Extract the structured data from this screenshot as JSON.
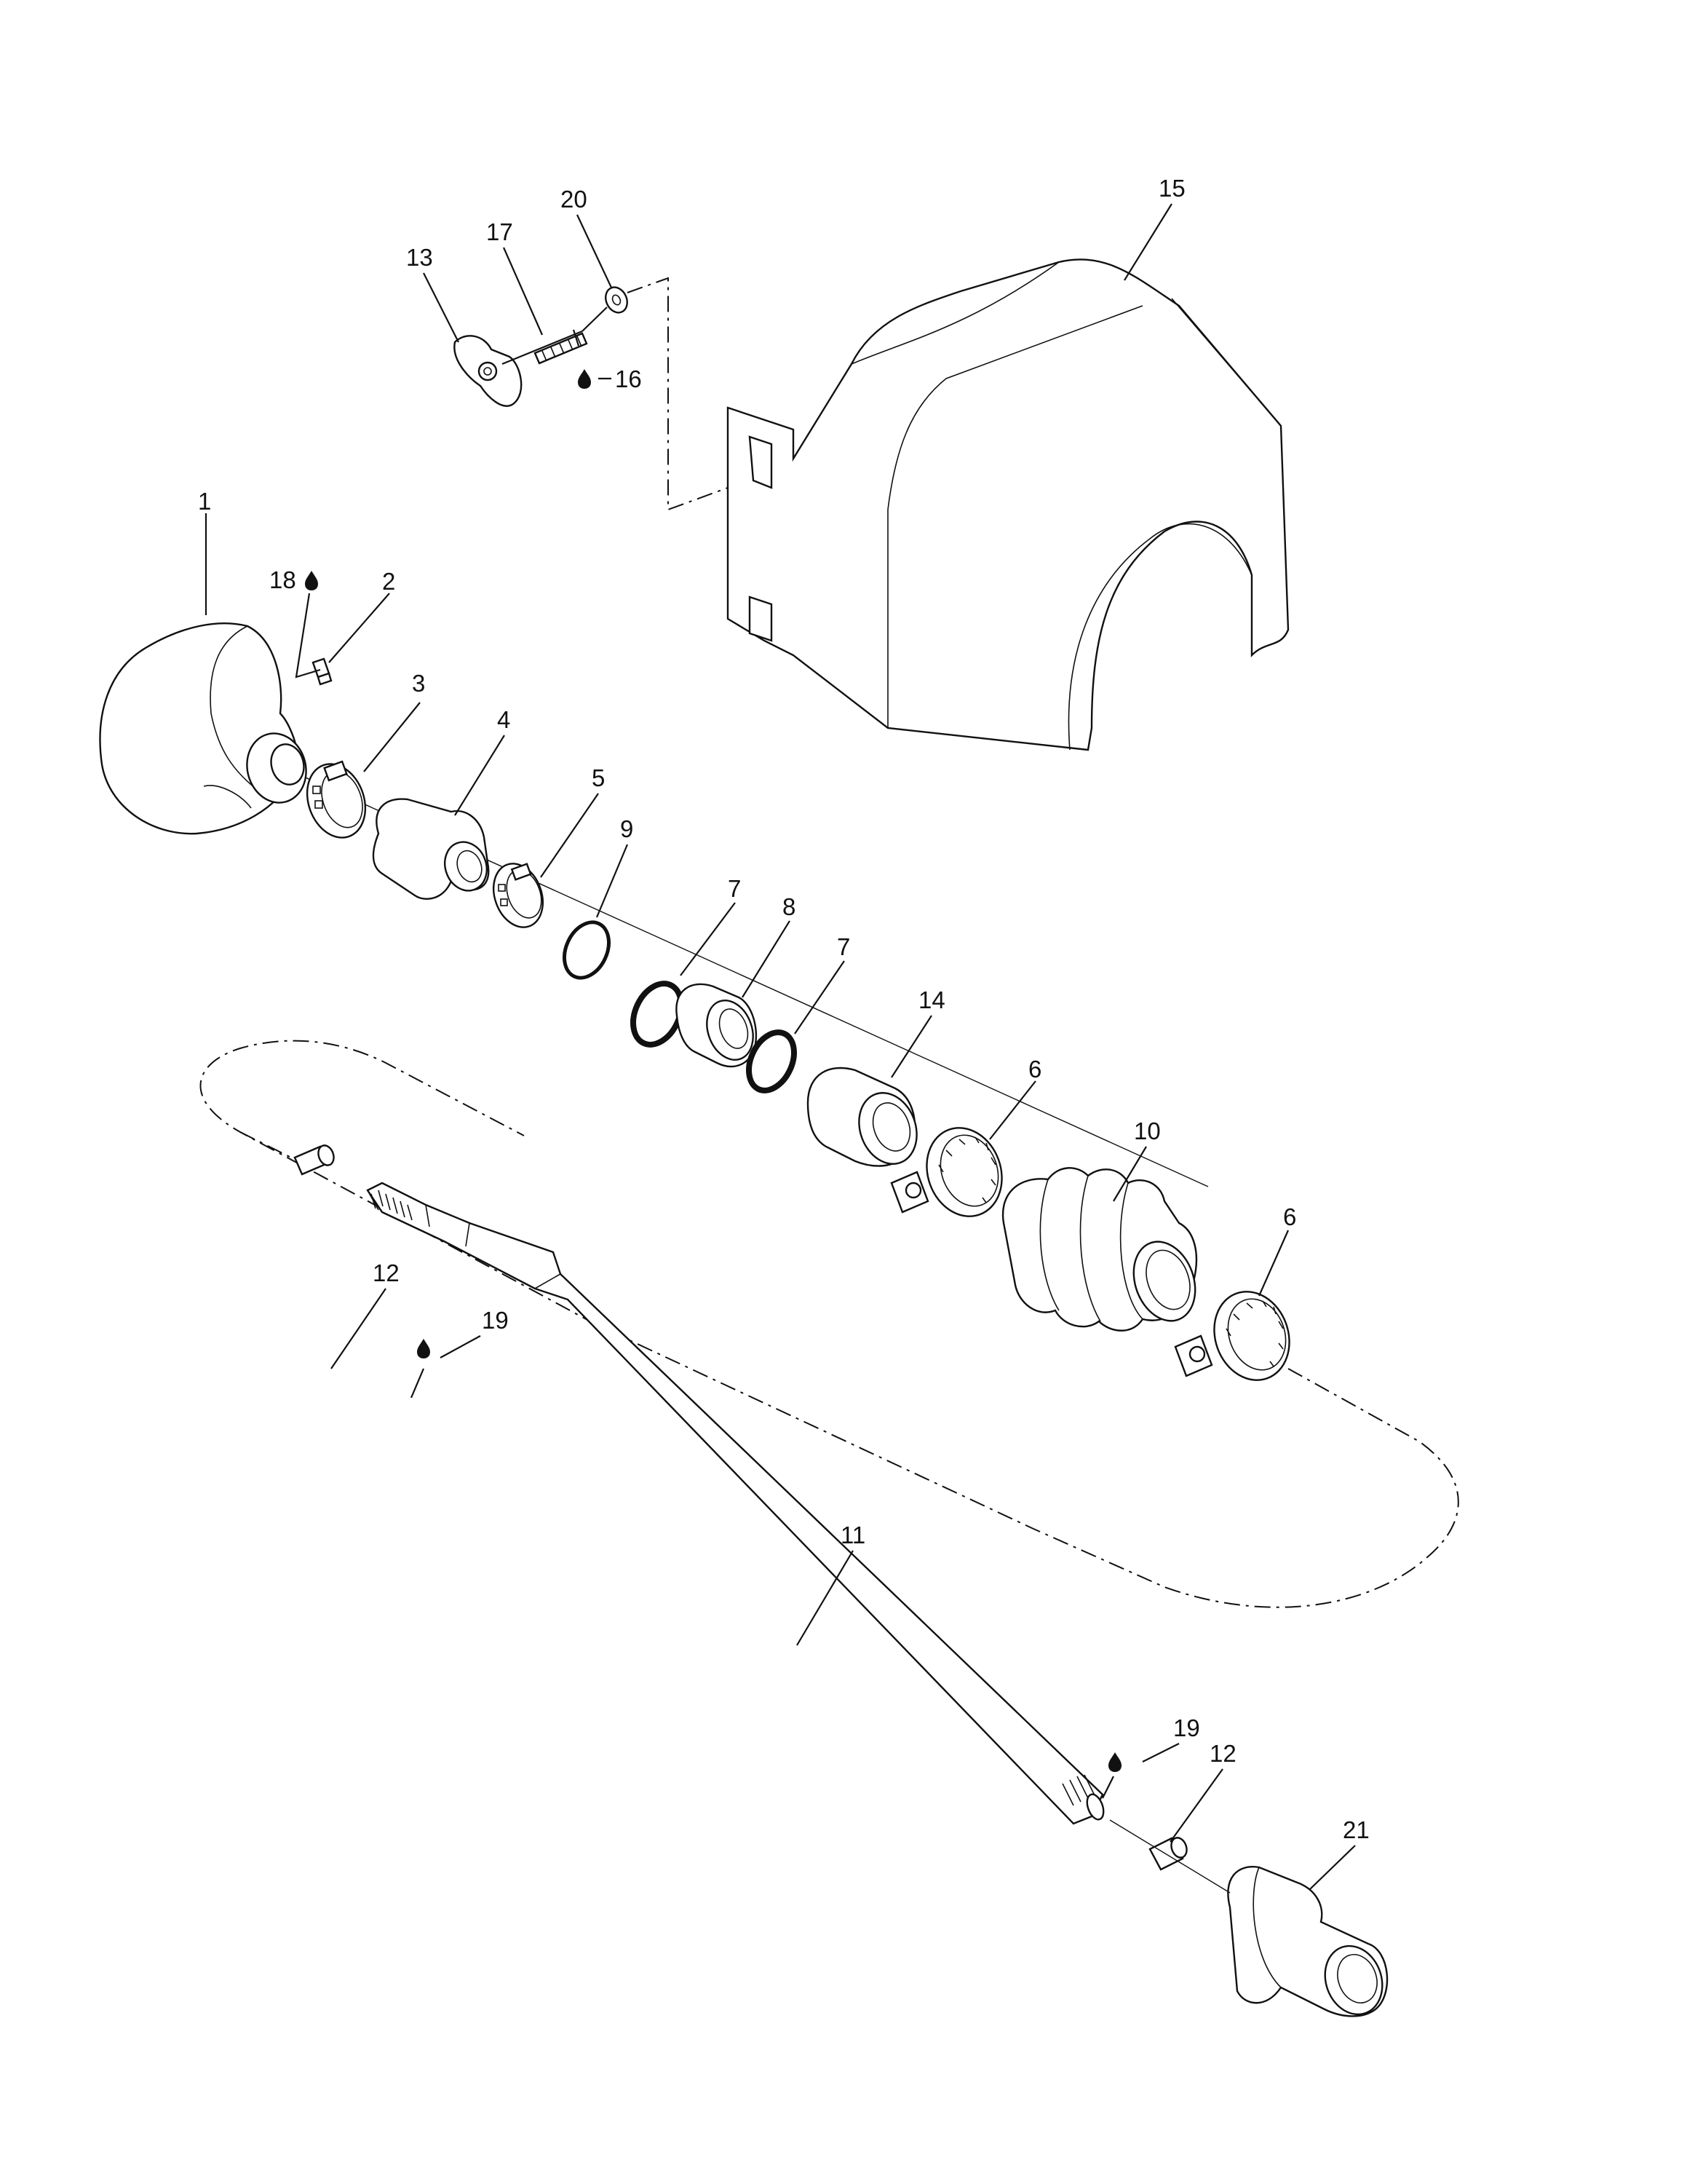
{
  "callouts": [
    {
      "id": "c1",
      "text": "1"
    },
    {
      "id": "c2",
      "text": "2"
    },
    {
      "id": "c3",
      "text": "3"
    },
    {
      "id": "c4",
      "text": "4"
    },
    {
      "id": "c5",
      "text": "5"
    },
    {
      "id": "c6a",
      "text": "6"
    },
    {
      "id": "c6b",
      "text": "6"
    },
    {
      "id": "c7a",
      "text": "7"
    },
    {
      "id": "c7b",
      "text": "7"
    },
    {
      "id": "c8",
      "text": "8"
    },
    {
      "id": "c9",
      "text": "9"
    },
    {
      "id": "c10",
      "text": "10"
    },
    {
      "id": "c11",
      "text": "11"
    },
    {
      "id": "c12a",
      "text": "12"
    },
    {
      "id": "c12b",
      "text": "12"
    },
    {
      "id": "c13",
      "text": "13"
    },
    {
      "id": "c14",
      "text": "14"
    },
    {
      "id": "c15",
      "text": "15"
    },
    {
      "id": "c16",
      "text": "16"
    },
    {
      "id": "c17",
      "text": "17"
    },
    {
      "id": "c18",
      "text": "18"
    },
    {
      "id": "c19a",
      "text": "19"
    },
    {
      "id": "c19b",
      "text": "19"
    },
    {
      "id": "c20",
      "text": "20"
    },
    {
      "id": "c21",
      "text": "21"
    }
  ],
  "icons": {
    "lubricant": "oil-drop-icon"
  },
  "colors": {
    "line": "#111111",
    "background": "#ffffff"
  }
}
